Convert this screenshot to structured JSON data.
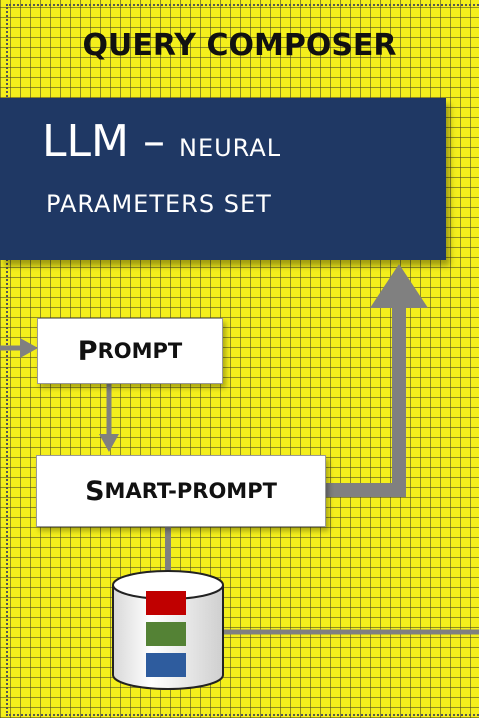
{
  "diagram": {
    "title": "QUERY COMPOSER",
    "llm": {
      "main": "LLM",
      "dash": " – ",
      "sub_line1": "NEURAL",
      "sub_line2": "PARAMETERS SET"
    },
    "prompt": {
      "first_letter": "P",
      "rest": "ROMPT"
    },
    "smart_prompt": {
      "first_letter": "S",
      "rest": "MART-PROMPT"
    },
    "database": {
      "icon": "database-icon",
      "stripe_colors": [
        "#c00000",
        "#548235",
        "#2e5c9e"
      ]
    },
    "colors": {
      "background": "#f4ef1c",
      "llm_box": "#1f3864",
      "connector": "#808080"
    }
  }
}
